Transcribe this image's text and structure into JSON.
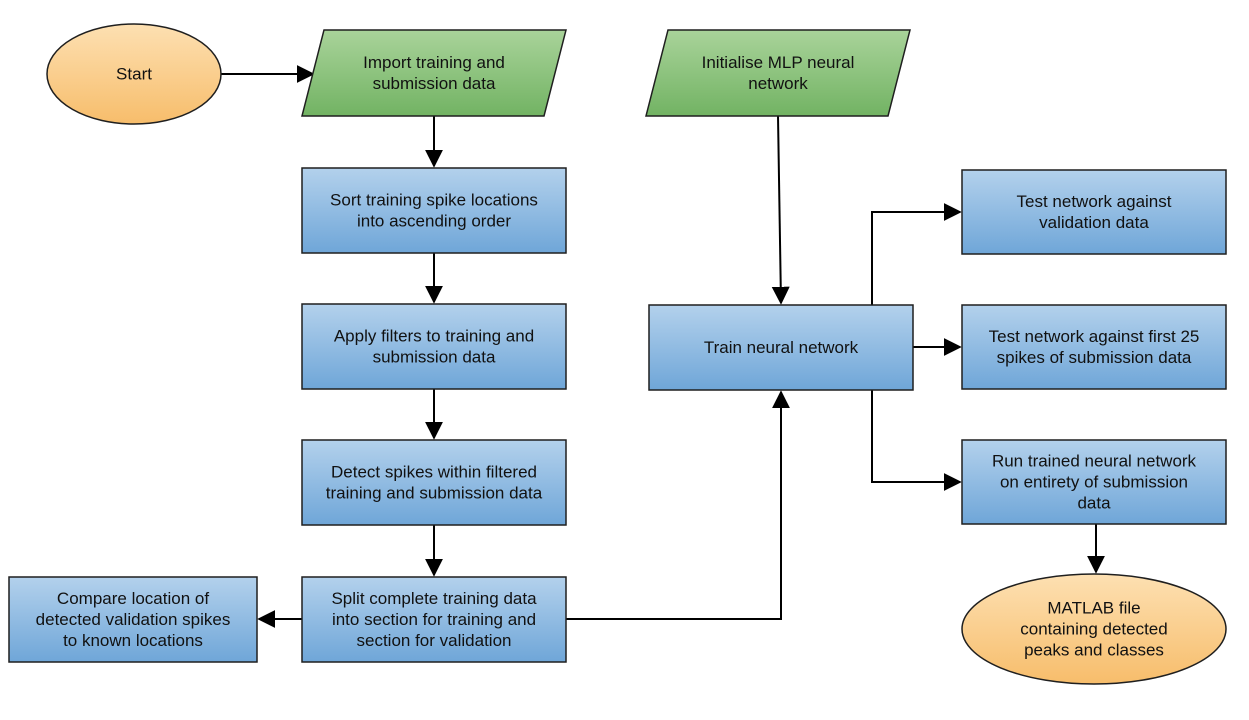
{
  "colors": {
    "process_fill_top": "#b3d1ec",
    "process_fill_bottom": "#6fa6d8",
    "process_stroke": "#1f1f1f",
    "io_fill_top": "#a9d39a",
    "io_fill_bottom": "#72b363",
    "terminal_fill_top": "#fde0b2",
    "terminal_fill_bottom": "#f7bd6b",
    "connector": "#000000"
  },
  "nodes": {
    "start": {
      "shape": "terminal",
      "lines": [
        "Start"
      ]
    },
    "import_data": {
      "shape": "data",
      "lines": [
        "Import training and",
        "submission data"
      ]
    },
    "init_mlp": {
      "shape": "data",
      "lines": [
        "Initialise MLP neural",
        "network"
      ]
    },
    "sort_spikes": {
      "shape": "process",
      "lines": [
        "Sort training spike locations",
        "into ascending order"
      ]
    },
    "apply_filters": {
      "shape": "process",
      "lines": [
        "Apply filters to training and",
        "submission data"
      ]
    },
    "detect_spikes": {
      "shape": "process",
      "lines": [
        "Detect spikes within filtered",
        "training and submission data"
      ]
    },
    "split_data": {
      "shape": "process",
      "lines": [
        "Split complete training data",
        "into section for training and",
        "section for validation"
      ]
    },
    "compare_locations": {
      "shape": "process",
      "lines": [
        "Compare location of",
        "detected validation spikes",
        "to known locations"
      ]
    },
    "train_network": {
      "shape": "process",
      "lines": [
        "Train neural network"
      ]
    },
    "test_validation": {
      "shape": "process",
      "lines": [
        "Test network against",
        "validation data"
      ]
    },
    "test_first25": {
      "shape": "process",
      "lines": [
        "Test network against first 25",
        "spikes of submission data"
      ]
    },
    "run_trained": {
      "shape": "process",
      "lines": [
        "Run trained neural network",
        "on entirety of submission",
        "data"
      ]
    },
    "matlab_file": {
      "shape": "terminal",
      "lines": [
        "MATLAB file",
        "containing detected",
        "peaks and classes"
      ]
    }
  },
  "edges": [
    {
      "from": "start",
      "to": "import_data"
    },
    {
      "from": "import_data",
      "to": "sort_spikes"
    },
    {
      "from": "sort_spikes",
      "to": "apply_filters"
    },
    {
      "from": "apply_filters",
      "to": "detect_spikes"
    },
    {
      "from": "detect_spikes",
      "to": "split_data"
    },
    {
      "from": "split_data",
      "to": "compare_locations"
    },
    {
      "from": "split_data",
      "to": "train_network"
    },
    {
      "from": "init_mlp",
      "to": "train_network"
    },
    {
      "from": "train_network",
      "to": "test_validation"
    },
    {
      "from": "train_network",
      "to": "test_first25"
    },
    {
      "from": "train_network",
      "to": "run_trained"
    },
    {
      "from": "run_trained",
      "to": "matlab_file"
    }
  ]
}
